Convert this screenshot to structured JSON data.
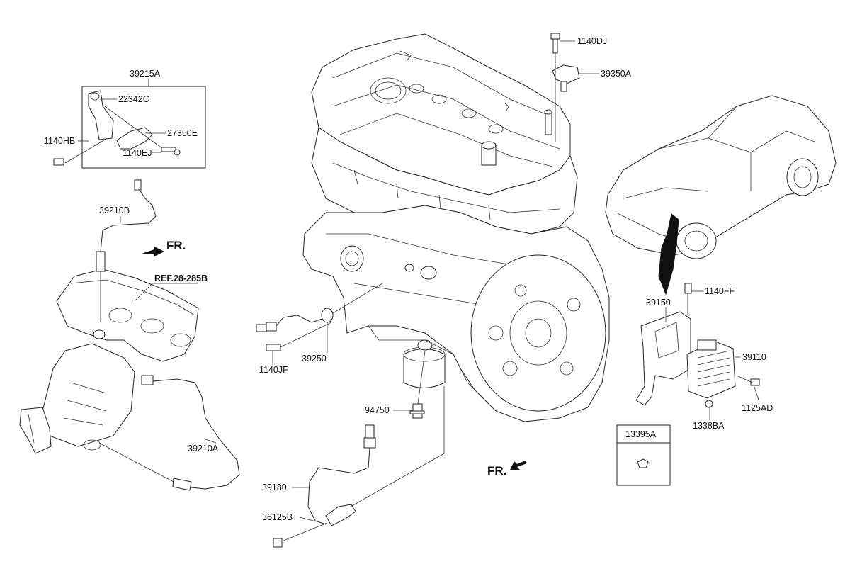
{
  "labels": {
    "p39215A": "39215A",
    "p22342C": "22342C",
    "p27350E": "27350E",
    "p1140HB": "1140HB",
    "p1140EJ": "1140EJ",
    "p39210B": "39210B",
    "p39210A": "39210A",
    "p1140DJ": "1140DJ",
    "p39350A": "39350A",
    "p39250": "39250",
    "p1140JF": "1140JF",
    "p94750": "94750",
    "p39180": "39180",
    "p36125B": "36125B",
    "p39150": "39150",
    "p1140FF": "1140FF",
    "p39110": "39110",
    "p1125AD": "1125AD",
    "p1338BA": "1338BA",
    "p13395A": "13395A"
  },
  "ref_label": "REF.28-285B",
  "front_marker": "FR."
}
